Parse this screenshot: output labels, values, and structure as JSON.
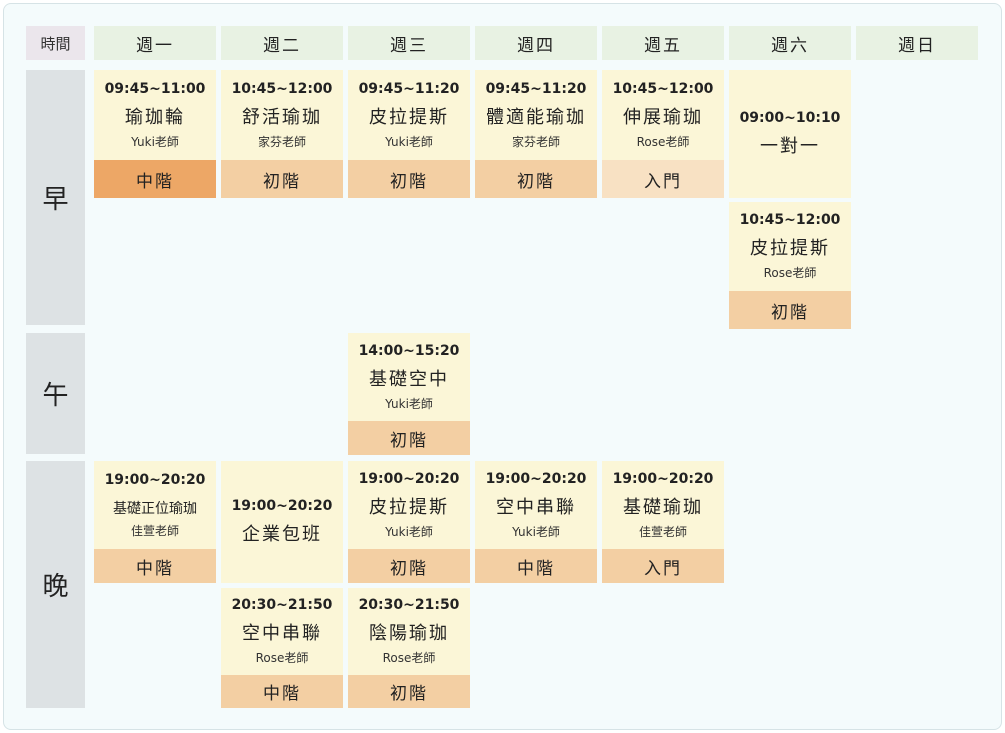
{
  "header": {
    "corner_label": "時間",
    "days": [
      "週一",
      "週二",
      "週三",
      "週四",
      "週五",
      "週六",
      "週日"
    ]
  },
  "periods": {
    "morning": "早",
    "afternoon": "午",
    "evening": "晚"
  },
  "classes": {
    "mon_am": {
      "time": "09:45~11:00",
      "name": "瑜珈輪",
      "teacher": "Yuki老師",
      "level": "中階"
    },
    "tue_am": {
      "time": "10:45~12:00",
      "name": "舒活瑜珈",
      "teacher": "家芬老師",
      "level": "初階"
    },
    "wed_am": {
      "time": "09:45~11:20",
      "name": "皮拉提斯",
      "teacher": "Yuki老師",
      "level": "初階"
    },
    "thu_am": {
      "time": "09:45~11:20",
      "name": "體適能瑜珈",
      "teacher": "家芬老師",
      "level": "初階"
    },
    "fri_am": {
      "time": "10:45~12:00",
      "name": "伸展瑜珈",
      "teacher": "Rose老師",
      "level": "入門"
    },
    "sat_am1": {
      "time": "09:00~10:10",
      "name": "一對一"
    },
    "sat_am2": {
      "time": "10:45~12:00",
      "name": "皮拉提斯",
      "teacher": "Rose老師",
      "level": "初階"
    },
    "wed_pm": {
      "time": "14:00~15:20",
      "name": "基礎空中",
      "teacher": "Yuki老師",
      "level": "初階"
    },
    "mon_eve": {
      "time": "19:00~20:20",
      "name": "基礎正位瑜珈",
      "teacher": "佳萱老師",
      "level": "中階"
    },
    "tue_eve1": {
      "time": "19:00~20:20",
      "name": "企業包班"
    },
    "wed_eve1": {
      "time": "19:00~20:20",
      "name": "皮拉提斯",
      "teacher": "Yuki老師",
      "level": "初階"
    },
    "thu_eve": {
      "time": "19:00~20:20",
      "name": "空中串聯",
      "teacher": "Yuki老師",
      "level": "中階"
    },
    "fri_eve": {
      "time": "19:00~20:20",
      "name": "基礎瑜珈",
      "teacher": "佳萱老師",
      "level": "入門"
    },
    "tue_eve2": {
      "time": "20:30~21:50",
      "name": "空中串聯",
      "teacher": "Rose老師",
      "level": "中階"
    },
    "wed_eve2": {
      "time": "20:30~21:50",
      "name": "陰陽瑜珈",
      "teacher": "Rose老師",
      "level": "初階"
    }
  },
  "colors": {
    "level_intermediate": "#eda766",
    "level_beginner": "#f3cfa3",
    "level_intro": "#f8e1c3",
    "class_bg": "#fbf6d7",
    "day_header_bg": "#e8f2e3",
    "period_bg": "#dde2e4"
  }
}
